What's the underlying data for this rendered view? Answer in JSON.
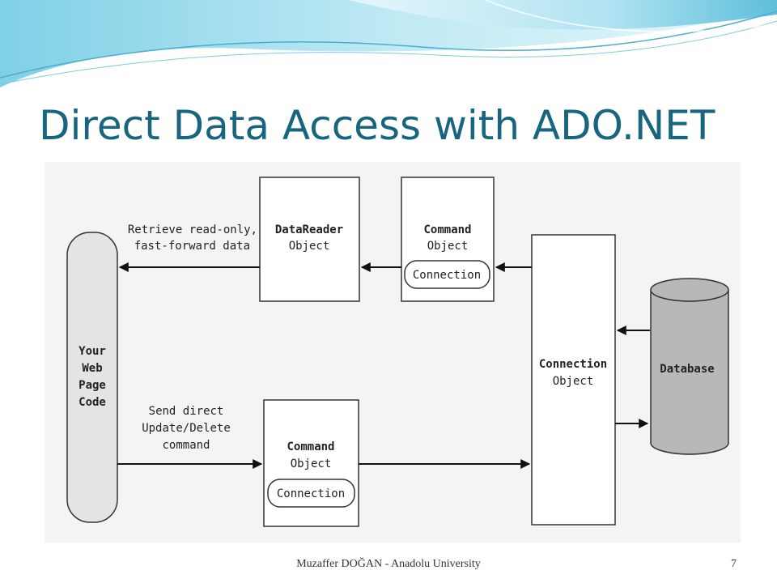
{
  "slide": {
    "title": "Direct Data Access with ADO.NET",
    "author": "Muzaffer DOĞAN - Anadolu University",
    "page_number": "7"
  },
  "diagram": {
    "web_page": [
      "Your",
      "Web",
      "Page",
      "Code"
    ],
    "datareader": {
      "name": "DataReader",
      "kind": "Object"
    },
    "command_top": {
      "name": "Command",
      "kind": "Object",
      "inner": "Connection"
    },
    "command_bottom": {
      "name": "Command",
      "kind": "Object",
      "inner": "Connection"
    },
    "connection": {
      "name": "Connection",
      "kind": "Object"
    },
    "database": "Database",
    "retrieve_label": [
      "Retrieve read-only,",
      "fast-forward data"
    ],
    "send_label": [
      "Send direct",
      "Update/Delete",
      "command"
    ]
  },
  "colors": {
    "title": "#17657e",
    "banner_light": "#c9ecf5",
    "banner_mid": "#5bc0dc",
    "database_fill": "#b8b8b8",
    "web_page_fill": "#e4e4e4"
  }
}
